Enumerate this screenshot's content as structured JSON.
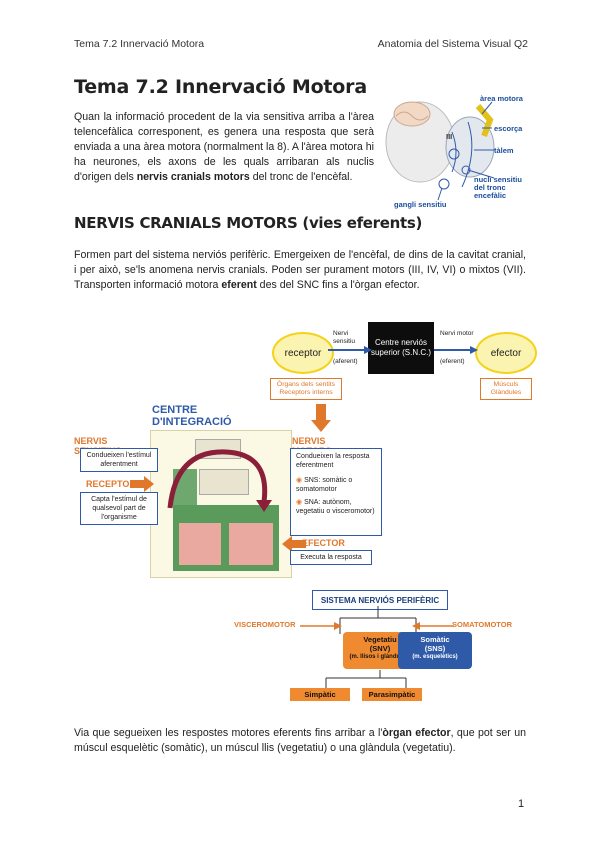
{
  "header": {
    "left": "Tema 7.2 Innervació Motora",
    "right": "Anatomia del Sistema Visual Q2"
  },
  "title": "Tema 7.2 Innervació Motora",
  "intro": {
    "t1": "Quan la informació procedent de la via sensitiva arriba a l'àrea telencefàlica corresponent, es genera una resposta que serà enviada a una àrea motora (normalment la 8). A l'àrea motora hi ha neurones, els axons de les quals arribaran als nuclis d'origen dels ",
    "bold": "nervis cranials motors",
    "t2": " del tronc de l'encèfal."
  },
  "brain_labels": {
    "motor": "àrea motora",
    "cortex": "escorça",
    "thalamus": "tàlem",
    "nucleus": "nucli sensitiu del tronc encefàlic",
    "ganglion": "gangli sensitiu",
    "roman": "III"
  },
  "section_title": "NERVIS CRANIALS MOTORS (vies eferents)",
  "section_para": {
    "t1": "Formen part del sistema nerviós perifèric. Emergeixen de l'encèfal, de dins de la cavitat cranial, i per això, se'ls anomena nervis cranials. Poden ser purament motors (III, IV, VI) o mixtos (VII). Transporten informació motora ",
    "bold": "eferent",
    "t2": " des del SNC fins a l'òrgan efector."
  },
  "flow": {
    "receptor": "receptor",
    "centre": "Centre nerviós superior (S.N.C.)",
    "efector": "efector",
    "sens_top": "Nervi sensitiu",
    "sens_bot": "(aferent)",
    "mot_top": "Nervi motor",
    "mot_bot": "(eferent)",
    "organs": "Òrgans dels sentits Receptors interns",
    "muscles": "Músculs Glàndules"
  },
  "integration": {
    "title": "CENTRE D'INTEGRACIÓ",
    "sensitius_label": "NERVIS SENSITIUS",
    "sensitius_box": "Condueixen l'estímul aferentment",
    "receptor_label": "RECEPTOR",
    "receptor_box": "Capta l'estímul de qualsevol part de l'organisme",
    "motors_label": "NERVIS MOTORS",
    "motors_box": "Condueixen la resposta eferentment",
    "sns": "SNS: somàtic o somatomotor",
    "sna": "SNA: autònom, vegetatiu o visceromotor)",
    "efector_label": "EFECTOR",
    "efector_box": "Executa la resposta"
  },
  "tree": {
    "root": "SISTEMA NERVIÓS PERIFÈRIC",
    "viscero": "VISCEROMOTOR",
    "somato": "SOMATOMOTOR",
    "veg_title": "Vegetatiu",
    "veg_sub": "(SNV)",
    "veg_note": "(m. llisos i glàndules)",
    "som_title": "Somàtic",
    "som_sub": "(SNS)",
    "som_note": "(m. esquelètics)",
    "simp": "Simpàtic",
    "para": "Parasimpàtic"
  },
  "closing": {
    "t1": "Via que segueixen les respostes motores eferents fins arribar a l'",
    "bold": "òrgan efector",
    "t2": ", que pot ser un múscul esquelètic (somàtic), un múscul llis (vegetatiu) o una glàndula (vegetatiu)."
  },
  "page_number": "1",
  "colors": {
    "orange": "#e0782c",
    "blue": "#2f5aa8",
    "green": "#5a9a5a",
    "yellow": "#f5d21a"
  }
}
